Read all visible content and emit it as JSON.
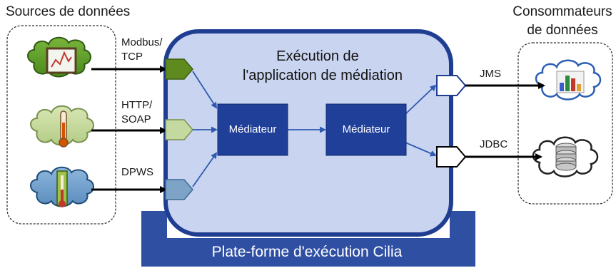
{
  "sources": {
    "title": "Sources de données",
    "protocols": [
      "Modbus/\nTCP",
      "HTTP/\nSOAP",
      "DPWS"
    ]
  },
  "consumers": {
    "title_line1": "Consommateurs",
    "title_line2": "de données",
    "protocols": [
      "JMS",
      "JDBC"
    ]
  },
  "execution": {
    "title_line1": "Exécution de",
    "title_line2": "l'application de médiation",
    "mediators": [
      "Médiateur",
      "Médiateur"
    ]
  },
  "platform": {
    "label": "Plate-forme d'exécution Cilia"
  },
  "colors": {
    "platform_blue": "#2f4fa3",
    "execution_fill": "#c9d5f0",
    "execution_border": "#1f3d91",
    "mediator_fill": "#1f3f99",
    "port_green_dark": "#5f8a1e",
    "port_green_light": "#c4d9a0",
    "port_blue": "#7da3c6",
    "cloud_green_dark": "#5c9a2a",
    "cloud_green_light": "#c5d89a",
    "cloud_blue": "#6d9dc7"
  },
  "icons": [
    "monitor-chart-icon",
    "thermometer-icon",
    "thermometer-icon",
    "bar-chart-icon",
    "database-icon"
  ]
}
